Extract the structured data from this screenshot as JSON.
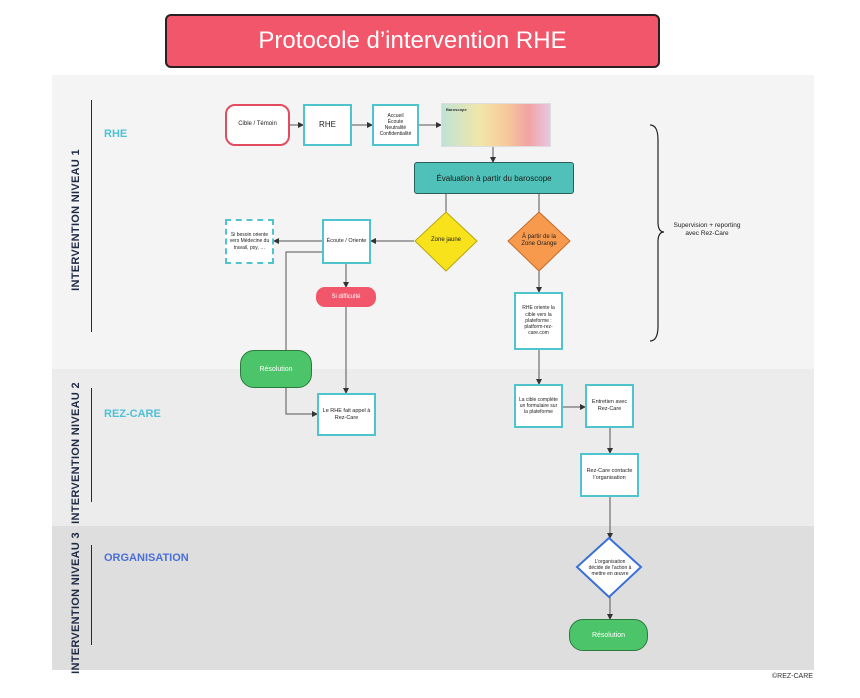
{
  "title": "Protocole d’intervention RHE",
  "levels": [
    {
      "vertical_label": "INTERVENTION NIVEAU 1",
      "name": "RHE",
      "name_color": "#4fc1d6"
    },
    {
      "vertical_label": "INTERVENTION NIVEAU 2",
      "name": "REZ-CARE",
      "name_color": "#4fc1d6"
    },
    {
      "vertical_label": "INTERVENTION NIVEAU 3",
      "name": "ORGANISATION",
      "name_color": "#4a6fd8"
    }
  ],
  "nodes": {
    "cible": "Cible / Témoin",
    "rhe": "RHE",
    "accueil": "Accueil\nÉcoute\nNeutralité\nConfidentialité",
    "baroscope_title": "Baroscope",
    "evaluation": "Évaluation à partir du baroscope",
    "ecoute": "Écoute / Oriente",
    "zone_jaune": "Zone jaune",
    "zone_orange": "À partir de la Zone Orange",
    "medecine": "Si besoin oriente vers Médecine du travail, psy, …",
    "difficulte": "Si difficulté",
    "rhe_oriente": "RHE oriente la cible vers la plateforme : platform-rez-care.com",
    "resolution1": "Résolution",
    "appel": "Le RHE fait appel à Rez-Care",
    "formulaire": "La cible complète un formulaire sur la plateforme",
    "entretien": "Entretien avec Rez-Care",
    "contacte": "Rez-Care contacte l’organisation",
    "organisation_decide": "L’organisation décide de l’action à mettre en œuvre",
    "resolution2": "Résolution"
  },
  "side_note": "Supervision + reporting\navec Rez-Care",
  "copyright": "©REZ-CARE",
  "colors": {
    "title_bg": "#f2566b",
    "node_border": "#4fc4cf",
    "eval_bar": "#4fc1b8",
    "zone_jaune": "#f7e21b",
    "zone_orange": "#f79a4d",
    "difficulte": "#f2566b",
    "resolution": "#4cc46a",
    "org_diamond_border": "#3a6fd8"
  }
}
